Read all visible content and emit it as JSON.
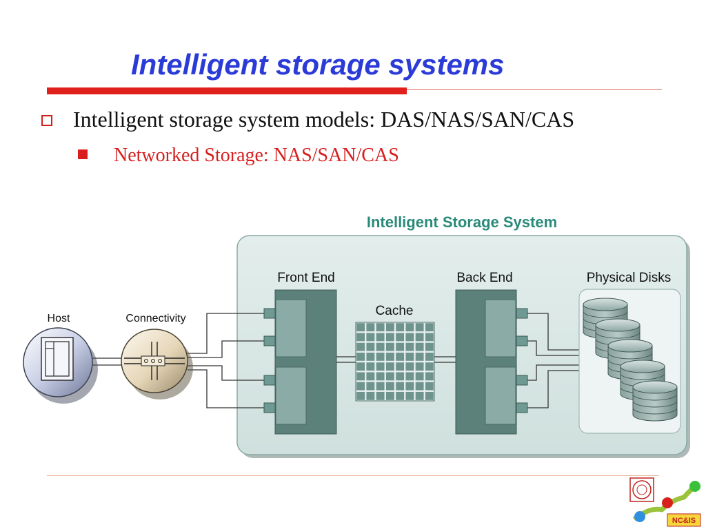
{
  "slide": {
    "title": "Intelligent storage systems",
    "bullets": [
      {
        "text": "Intelligent storage system models: DAS/NAS/SAN/CAS",
        "level": 1
      },
      {
        "text": "Networked Storage: NAS/SAN/CAS",
        "level": 2
      }
    ]
  },
  "diagram": {
    "system_title": "Intelligent Storage System",
    "labels": {
      "host": "Host",
      "connectivity": "Connectivity",
      "front_end": "Front End",
      "cache": "Cache",
      "back_end": "Back End",
      "physical_disks": "Physical Disks"
    }
  },
  "logo": {
    "text": "NC&IS"
  },
  "colors": {
    "title": "#2b3bd8",
    "accent_red": "#e0201c",
    "system_title": "#2a8a7a",
    "system_fill": "#d6e6e4",
    "controller": "#5a7f78"
  }
}
